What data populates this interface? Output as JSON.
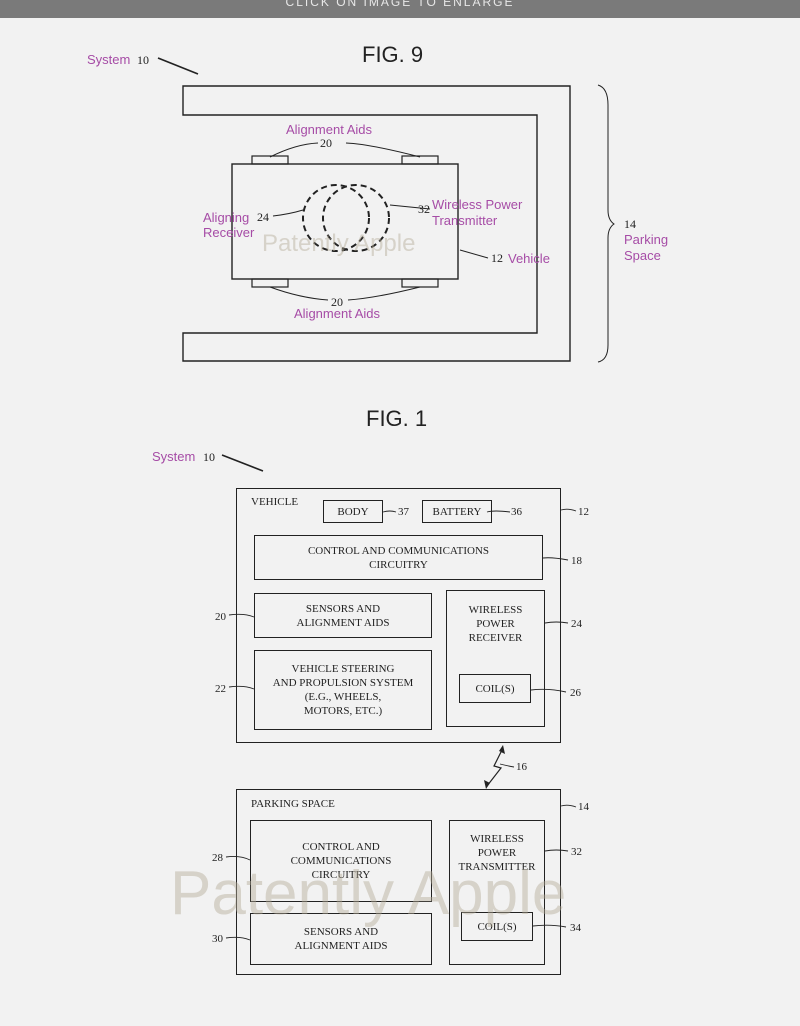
{
  "top_banner": "CLICK ON IMAGE TO ENLARGE",
  "fig9": {
    "title": "FIG. 9",
    "system_label": "System",
    "system_num": "10",
    "alignment_aids_top": "Alignment Aids",
    "num_20_top": "20",
    "aligning_receiver": "Aligning\nReceiver",
    "num_24": "24",
    "num_32": "32",
    "wireless_power_transmitter": "Wireless Power\nTransmitter",
    "num_12": "12",
    "vehicle_label": "Vehicle",
    "num_20_bottom": "20",
    "alignment_aids_bottom": "Alignment Aids",
    "num_14": "14",
    "parking_space": "Parking\nSpace",
    "watermark": "Patently Apple"
  },
  "fig1": {
    "title": "FIG. 1",
    "system_label": "System",
    "system_num": "10",
    "vehicle": {
      "label": "VEHICLE",
      "num": "12",
      "body": "BODY",
      "body_num": "37",
      "battery": "BATTERY",
      "battery_num": "36",
      "control": "CONTROL AND COMMUNICATIONS\nCIRCUITRY",
      "control_num": "18",
      "sensors": "SENSORS AND\nALIGNMENT AIDS",
      "sensors_num": "20",
      "steering": "VEHICLE STEERING\nAND PROPULSION SYSTEM\n(E.G., WHEELS,\nMOTORS, ETC.)",
      "steering_num": "22",
      "receiver": "WIRELESS\nPOWER\nRECEIVER",
      "receiver_num": "24",
      "coils": "COIL(S)",
      "coils_num": "26"
    },
    "link_num": "16",
    "parking": {
      "label": "PARKING SPACE",
      "num": "14",
      "control": "CONTROL AND\nCOMMUNICATIONS\nCIRCUITRY",
      "control_num": "28",
      "sensors": "SENSORS AND\nALIGNMENT AIDS",
      "sensors_num": "30",
      "transmitter": "WIRELESS\nPOWER\nTRANSMITTER",
      "transmitter_num": "32",
      "coils": "COIL(S)",
      "coils_num": "34"
    },
    "watermark": "Patently Apple"
  },
  "colors": {
    "annotation": "#a64ca6",
    "line": "#222222",
    "watermark": "#b4aa96"
  }
}
